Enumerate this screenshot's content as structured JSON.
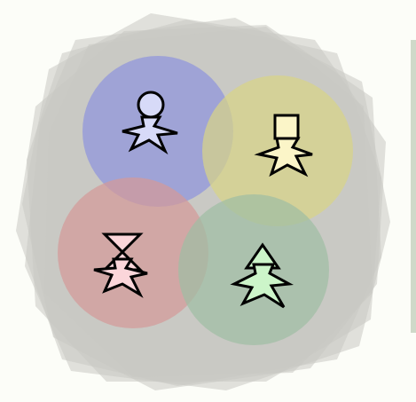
{
  "scene": {
    "background_color": "#fcfdf8",
    "board_color": "#c8c8c2",
    "edge_strip_color": "#cfd9c9"
  },
  "zones": [
    {
      "id": "blue",
      "color": "#8f94dc",
      "piece": {
        "head": "circle",
        "fill": "#d7daf8",
        "icon": "pawn-circle-head-icon"
      }
    },
    {
      "id": "yellow",
      "color": "#d8d486",
      "piece": {
        "head": "square",
        "fill": "#fbf5c8",
        "icon": "pawn-square-head-icon"
      }
    },
    {
      "id": "red",
      "color": "#d49a98",
      "piece": {
        "head": "hourglass",
        "fill": "#fbd6da",
        "icon": "pawn-hourglass-head-icon"
      }
    },
    {
      "id": "green",
      "color": "#9fbea4",
      "piece": {
        "head": "triangle",
        "fill": "#ccf5c9",
        "icon": "pawn-triangle-head-icon"
      }
    }
  ]
}
